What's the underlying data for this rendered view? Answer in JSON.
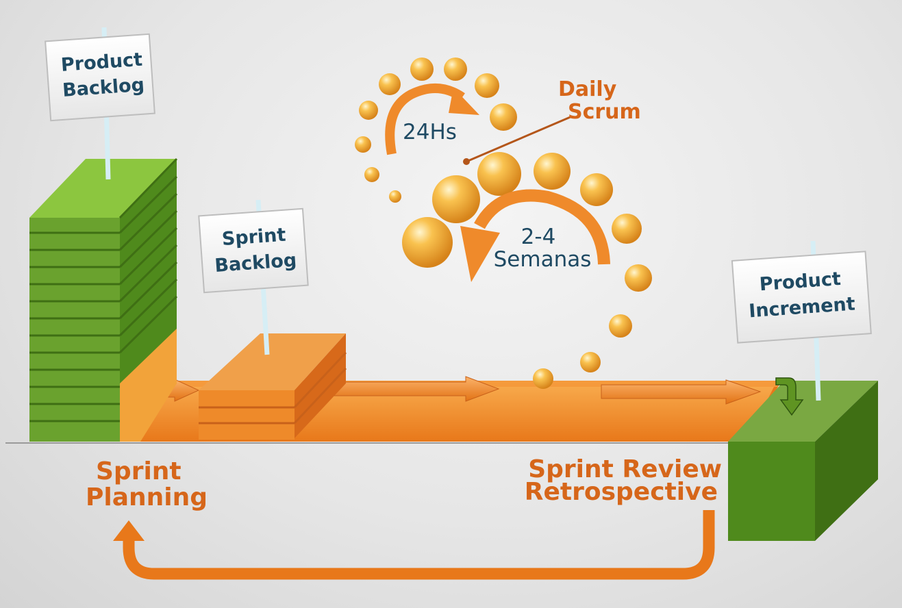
{
  "signs": {
    "product_backlog": [
      "Product",
      "Backlog"
    ],
    "sprint_backlog": [
      "Sprint",
      "Backlog"
    ],
    "product_increment": [
      "Product",
      "Increment"
    ]
  },
  "labels": {
    "daily_scrum": [
      "Daily",
      "Scrum"
    ],
    "day_cycle": "24Hs",
    "sprint_length": [
      "2-4",
      "Semanas"
    ],
    "sprint_planning": [
      "Sprint",
      "Planning"
    ],
    "sprint_review": [
      "Sprint Review",
      "Retrospective"
    ]
  },
  "colors": {
    "green": "#6aa22e",
    "dark_green": "#3f6f14",
    "orange": "#f08a24",
    "text_orange": "#d6661a",
    "text_blue": "#1f4a63"
  }
}
